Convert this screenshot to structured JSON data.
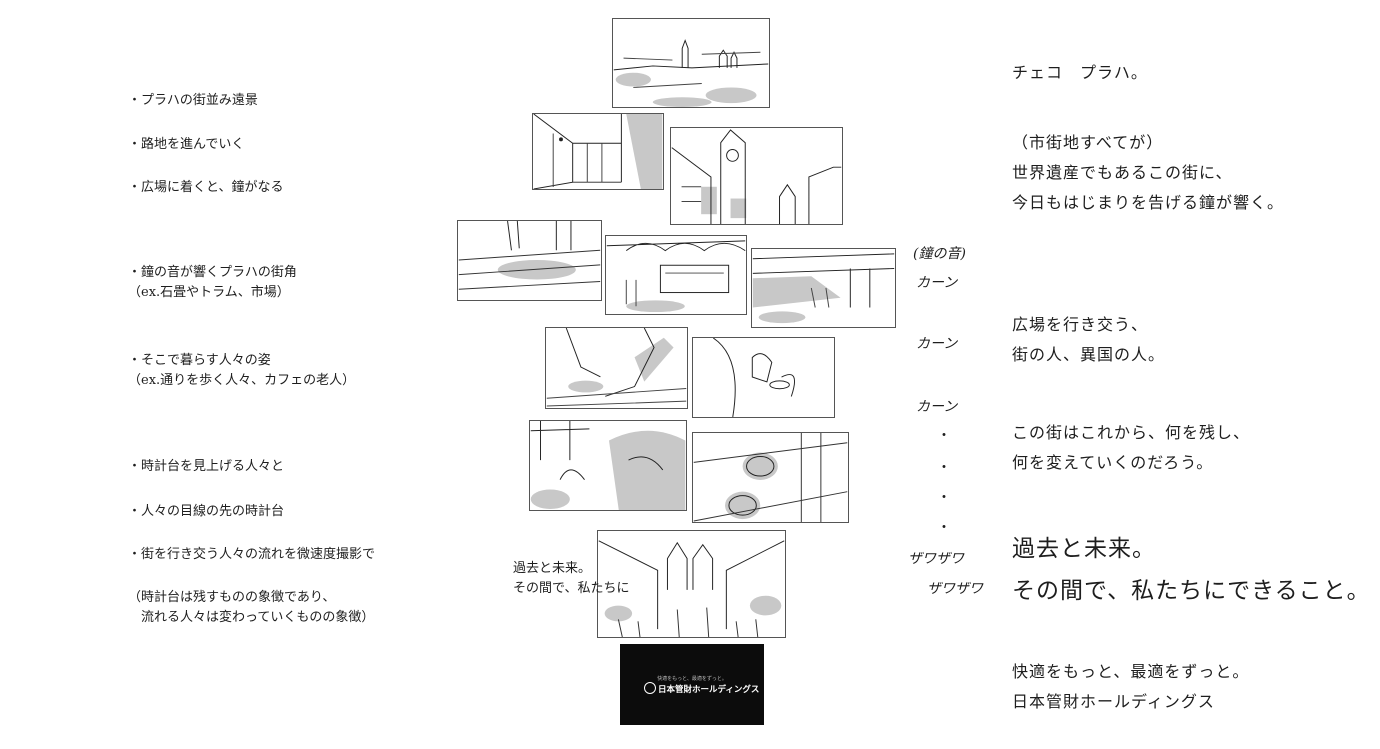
{
  "left_notes": [
    "・プラハの街並み遠景",
    "・路地を進んでいく",
    "・広場に着くと、鐘がなる",
    "・鐘の音が響くプラハの街角\n（ex.石畳やトラム、市場）",
    "・そこで暮らす人々の姿\n（ex.通りを歩く人々、カフェの老人）",
    "・時計台を見上げる人々と",
    "・人々の目線の先の時計台",
    "・街を行き交う人々の流れを微速度撮影で",
    "（時計台は残すものの象徴であり、\n　流れる人々は変わっていくものの象徴）"
  ],
  "sound_effects": {
    "bell_label": "(鐘の音)",
    "kaan": [
      "カーン",
      "カーン",
      "カーン"
    ],
    "dots": [
      "・",
      "・",
      "・",
      "・"
    ],
    "zawa": [
      "ザワザワ",
      "ザワザワ"
    ]
  },
  "narration": {
    "line1": "チェコ　プラハ。",
    "line2": "（市街地すべてが）\n世界遺産でもあるこの街に、\n今日もはじまりを告げる鐘が響く。",
    "line3": "広場を行き交う、\n街の人、異国の人。",
    "line4": "この街はこれから、何を残し、\n何を変えていくのだろう。",
    "line5": "過去と未来。\nその間で、私たちにできること。",
    "line6": "快適をもっと、最適をずっと。\n日本管財ホールディングス"
  },
  "panel_overlay": "過去と未来。\nその間で、私たちに",
  "logo": {
    "tagline": "快適をもっと、最適をずっと。",
    "name": "日本管財ホールディングス"
  }
}
